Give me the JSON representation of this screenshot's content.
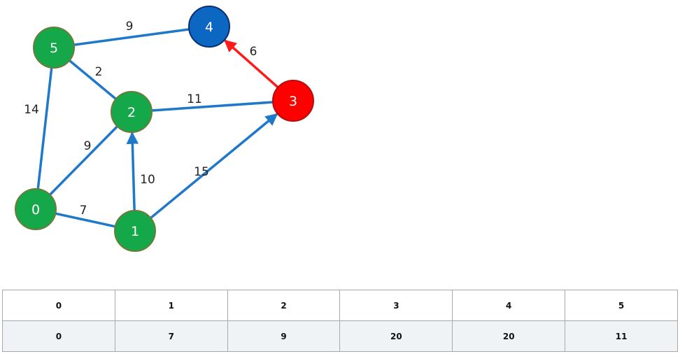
{
  "graph": {
    "colors": {
      "edge": "#1f78c8",
      "highlight_edge": "#ff1a1a",
      "visited_node": "#14a84a",
      "visited_border": "#6b7b3a",
      "current_node": "#ff0000",
      "current_border": "#b01010",
      "target_node": "#0b67c2",
      "target_border": "#0a2f73"
    },
    "nodes": [
      {
        "id": "0",
        "label": "0",
        "state": "visited"
      },
      {
        "id": "1",
        "label": "1",
        "state": "visited"
      },
      {
        "id": "2",
        "label": "2",
        "state": "visited"
      },
      {
        "id": "3",
        "label": "3",
        "state": "current"
      },
      {
        "id": "4",
        "label": "4",
        "state": "target"
      },
      {
        "id": "5",
        "label": "5",
        "state": "visited"
      }
    ],
    "edges": [
      {
        "from": "5",
        "to": "4",
        "weight": "9",
        "directed": false,
        "highlight": false
      },
      {
        "from": "5",
        "to": "2",
        "weight": "2",
        "directed": false,
        "highlight": false
      },
      {
        "from": "5",
        "to": "0",
        "weight": "14",
        "directed": false,
        "highlight": false
      },
      {
        "from": "2",
        "to": "3",
        "weight": "11",
        "directed": false,
        "highlight": false
      },
      {
        "from": "0",
        "to": "2",
        "weight": "9",
        "directed": false,
        "highlight": false
      },
      {
        "from": "1",
        "to": "2",
        "weight": "10",
        "directed": true,
        "highlight": false
      },
      {
        "from": "0",
        "to": "1",
        "weight": "7",
        "directed": false,
        "highlight": false
      },
      {
        "from": "1",
        "to": "3",
        "weight": "15",
        "directed": true,
        "highlight": false
      },
      {
        "from": "3",
        "to": "4",
        "weight": "6",
        "directed": true,
        "highlight": true
      }
    ]
  },
  "table": {
    "headers": [
      "0",
      "1",
      "2",
      "3",
      "4",
      "5"
    ],
    "values": [
      "0",
      "7",
      "9",
      "20",
      "20",
      "11"
    ]
  }
}
